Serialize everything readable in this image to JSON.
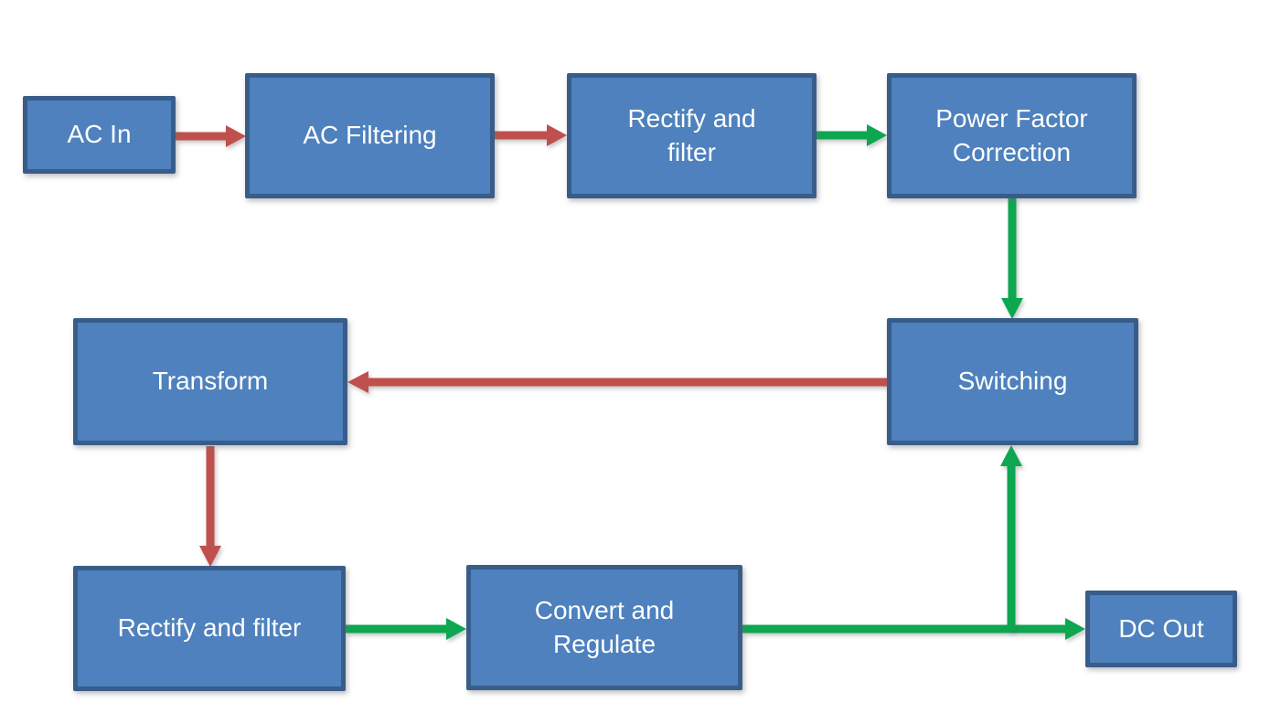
{
  "title": "Power supply flow diagram",
  "theme": {
    "background": "#ffffff",
    "node_fill": "#4e81bd",
    "node_border": "#385d8a",
    "node_text": "#ffffff",
    "arrow_red": "#c0504d",
    "arrow_green": "#0ca750"
  },
  "nodes": [
    {
      "id": "ac-in",
      "label": "AC In"
    },
    {
      "id": "ac-filtering",
      "label": "AC Filtering"
    },
    {
      "id": "rectify-and-filter-top",
      "label": "Rectify and filter"
    },
    {
      "id": "power-factor-correction",
      "label": "Power Factor Correction"
    },
    {
      "id": "switching",
      "label": "Switching"
    },
    {
      "id": "transform",
      "label": "Transform"
    },
    {
      "id": "rectify-and-filter-bottom",
      "label": "Rectify and filter"
    },
    {
      "id": "convert-and-regulate",
      "label": "Convert and Regulate"
    },
    {
      "id": "dc-out",
      "label": "DC Out"
    }
  ],
  "edges": [
    {
      "from": "ac-in",
      "to": "ac-filtering",
      "color": "red",
      "direction": "right"
    },
    {
      "from": "ac-filtering",
      "to": "rectify-and-filter-top",
      "color": "red",
      "direction": "right"
    },
    {
      "from": "rectify-and-filter-top",
      "to": "power-factor-correction",
      "color": "green",
      "direction": "right"
    },
    {
      "from": "power-factor-correction",
      "to": "switching",
      "color": "green",
      "direction": "down"
    },
    {
      "from": "switching",
      "to": "transform",
      "color": "red",
      "direction": "left"
    },
    {
      "from": "transform",
      "to": "rectify-and-filter-bottom",
      "color": "red",
      "direction": "down"
    },
    {
      "from": "rectify-and-filter-bottom",
      "to": "convert-and-regulate",
      "color": "green",
      "direction": "right"
    },
    {
      "from": "convert-and-regulate",
      "to": "dc-out",
      "color": "green",
      "direction": "right"
    },
    {
      "from": "convert-and-regulate",
      "to": "switching",
      "color": "green",
      "direction": "up",
      "note": "branch off dc-out line"
    }
  ]
}
